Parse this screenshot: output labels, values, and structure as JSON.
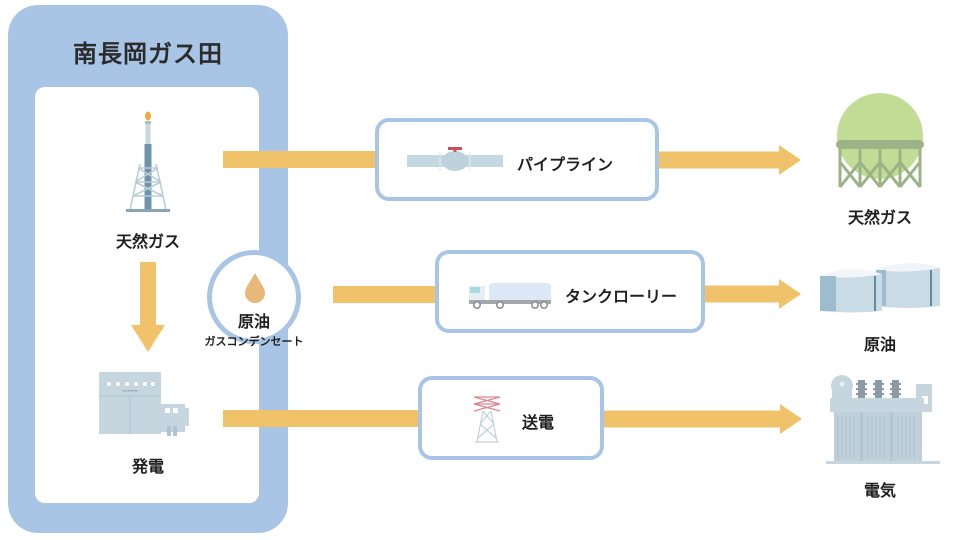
{
  "title": "南長岡ガス田",
  "source": {
    "natural_gas": {
      "label": "天然ガス",
      "icon": "gas-well-tower-icon"
    },
    "power_generation": {
      "label": "発電",
      "icon": "power-plant-icon"
    },
    "crude_oil": {
      "label": "原油",
      "sublabel": "ガスコンデンセート",
      "icon": "oil-drop-icon"
    }
  },
  "transport": [
    {
      "label": "パイプライン",
      "icon": "pipeline-valve-icon"
    },
    {
      "label": "タンクローリー",
      "icon": "tanker-truck-icon"
    },
    {
      "label": "送電",
      "icon": "transmission-tower-icon"
    }
  ],
  "destinations": [
    {
      "label": "天然ガス",
      "icon": "gas-holder-tank-icon"
    },
    {
      "label": "原油",
      "icon": "oil-storage-tanks-icon"
    },
    {
      "label": "電気",
      "icon": "transformer-icon"
    }
  ],
  "colors": {
    "frame": "#a8c5e6",
    "arrow": "#f0c36b",
    "text": "#1f1f1f"
  }
}
